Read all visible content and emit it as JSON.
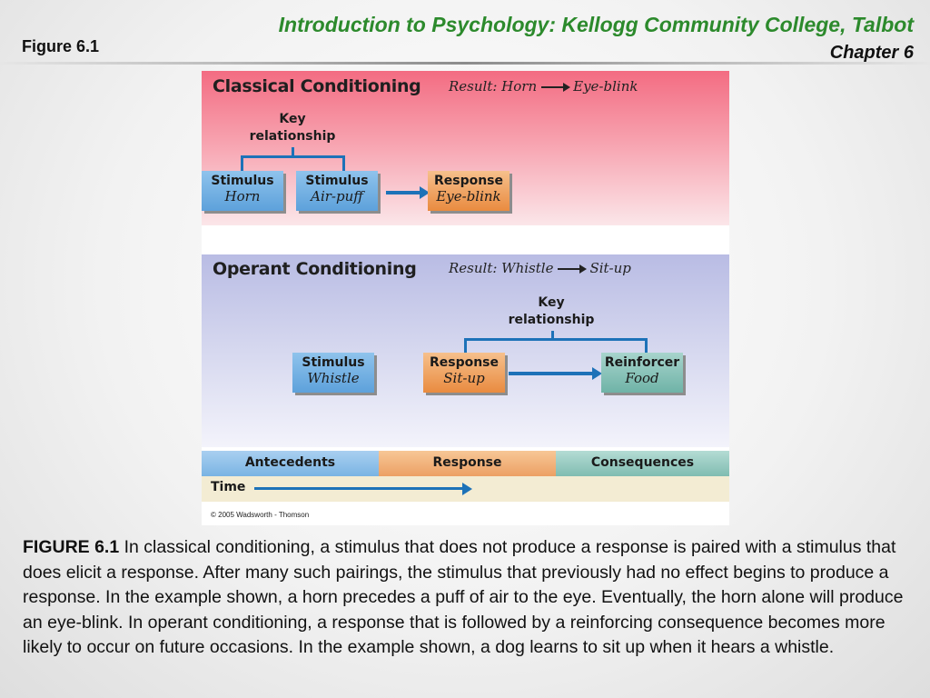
{
  "header": {
    "title": "Introduction to Psychology: Kellogg Community College, Talbot",
    "chapter": "Chapter 6",
    "figure_label": "Figure 6.1"
  },
  "classical": {
    "title": "Classical Conditioning",
    "result_prefix": "Result: Horn",
    "result_suffix": "Eye-blink",
    "key_line1": "Key",
    "key_line2": "relationship",
    "box1": {
      "head": "Stimulus",
      "sub": "Horn"
    },
    "box2": {
      "head": "Stimulus",
      "sub": "Air-puff"
    },
    "box3": {
      "head": "Response",
      "sub": "Eye-blink"
    }
  },
  "operant": {
    "title": "Operant Conditioning",
    "result_prefix": "Result: Whistle",
    "result_suffix": "Sit-up",
    "key_line1": "Key",
    "key_line2": "relationship",
    "box1": {
      "head": "Stimulus",
      "sub": "Whistle"
    },
    "box2": {
      "head": "Response",
      "sub": "Sit-up"
    },
    "box3": {
      "head": "Reinforcer",
      "sub": "Food"
    }
  },
  "timeline": {
    "antecedents": "Antecedents",
    "response": "Response",
    "consequences": "Consequences",
    "time": "Time"
  },
  "copyright": "© 2005 Wadsworth - Thomson",
  "caption": {
    "lead": "FIGURE 6.1",
    "body": " In classical conditioning, a  stimulus that does not produce a response  is paired with a stimulus that does elicit a  response. After many such pairings, the  stimulus that previously had no effect begins  to produce a response. In the example  shown, a horn precedes a puff of air to the  eye. Eventually, the horn alone will produce  an eye-blink. In operant conditioning,  a response that is followed by a reinforcing  consequence becomes more likely to occur on future occasions. In the example  shown, a dog learns to sit up when it hears  a whistle."
  },
  "colors": {
    "header_title": "#2c8a2c",
    "stimulus_box": "#5da1db",
    "response_box": "#e98b40",
    "reinforcer_box": "#6fb3a7",
    "arrow": "#1d72b8"
  }
}
